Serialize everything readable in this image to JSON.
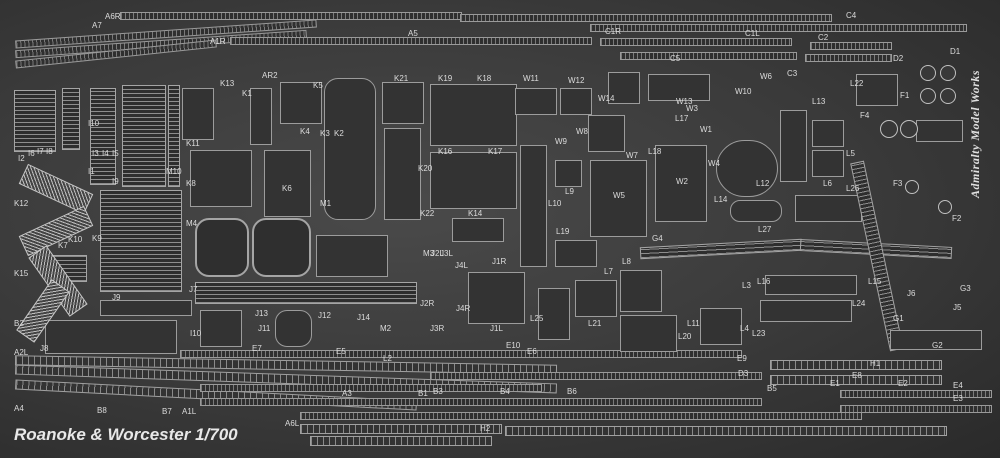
{
  "title": "Roanoke & Worcester 1/700",
  "brand": "Admiralty Model Works",
  "labels": [
    "A7",
    "A6R",
    "C4",
    "A1R",
    "A5",
    "C1R",
    "C1L",
    "C2",
    "D1",
    "D2",
    "AR2",
    "C5",
    "C3",
    "K13",
    "K21",
    "K19",
    "K18",
    "W11",
    "W12",
    "W14",
    "W10",
    "W6",
    "L13",
    "L22",
    "F1",
    "K1",
    "K5",
    "K4",
    "K3",
    "K2",
    "W13",
    "W3",
    "L17",
    "W1",
    "F4",
    "I10",
    "K11",
    "W9",
    "W8",
    "L18",
    "W7",
    "I2",
    "I6",
    "I7",
    "I8",
    "I1",
    "I3",
    "I4",
    "I5",
    "I9",
    "M10",
    "K8",
    "K16",
    "K17",
    "W4",
    "L5",
    "L12",
    "L6",
    "L26",
    "F3",
    "K12",
    "K6",
    "K20",
    "L9",
    "W5",
    "W2",
    "L14",
    "K7",
    "K10",
    "M1",
    "M4",
    "K22",
    "K14",
    "L10",
    "L27",
    "F2",
    "K9",
    "L19",
    "G4",
    "K15",
    "J9",
    "J7",
    "M3",
    "J2L",
    "J1L",
    "J1R",
    "J2R",
    "J4L",
    "J4R",
    "J3R",
    "J3L",
    "L8",
    "L7",
    "L3",
    "L16",
    "L15",
    "L24",
    "J6",
    "J5",
    "G3",
    "G1",
    "B2",
    "I10",
    "J13",
    "J11",
    "J12",
    "J14",
    "M2",
    "L25",
    "L21",
    "L20",
    "L4",
    "L23",
    "L11",
    "J8",
    "E7",
    "E5",
    "L2",
    "E10",
    "E6",
    "E9",
    "D3",
    "B5",
    "E1",
    "E8",
    "H1",
    "E2",
    "G2",
    "A2L",
    "A3",
    "B1",
    "B3",
    "B4",
    "B6",
    "E3",
    "E4",
    "A4",
    "B8",
    "B7",
    "A1L",
    "A6L",
    "H2"
  ]
}
